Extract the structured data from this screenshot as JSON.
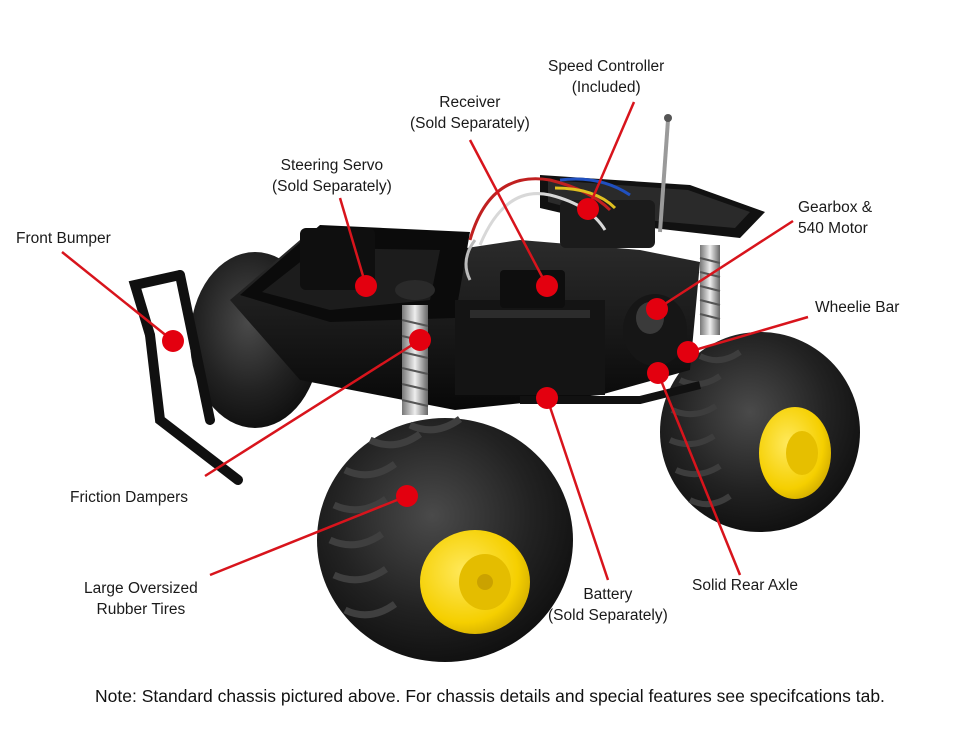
{
  "callouts": {
    "speed_controller": {
      "line1": "Speed Controller",
      "line2": "(Included)"
    },
    "receiver": {
      "line1": "Receiver",
      "line2": "(Sold Separately)"
    },
    "steering_servo": {
      "line1": "Steering Servo",
      "line2": "(Sold Separately)"
    },
    "front_bumper": {
      "line1": "Front Bumper"
    },
    "gearbox": {
      "line1": "Gearbox &",
      "line2": "540 Motor"
    },
    "wheelie_bar": {
      "line1": "Wheelie Bar"
    },
    "friction_dampers": {
      "line1": "Friction Dampers"
    },
    "tires": {
      "line1": "Large Oversized",
      "line2": "Rubber Tires"
    },
    "battery": {
      "line1": "Battery",
      "line2": "(Sold Separately)"
    },
    "rear_axle": {
      "line1": "Solid Rear Axle"
    }
  },
  "note": "Note: Standard chassis pictured above. For chassis details and special features see specifcations tab.",
  "colors": {
    "marker": "#e3000f",
    "leader": "#d8141c",
    "chassis": "#151515",
    "hub": "#f5d000"
  }
}
